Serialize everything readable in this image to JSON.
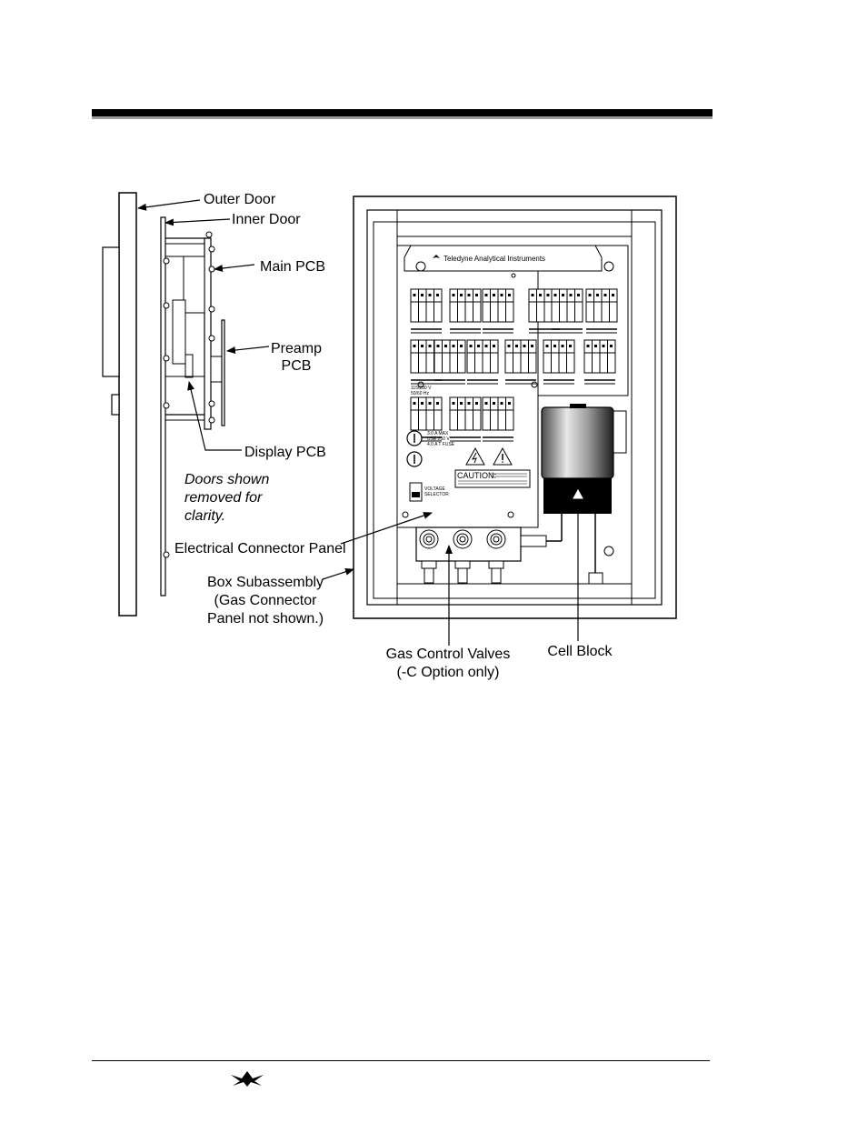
{
  "labels": {
    "outer_door": "Outer Door",
    "inner_door": "Inner Door",
    "main_pcb": "Main PCB",
    "preamp_line1": "Preamp",
    "preamp_line2": "PCB",
    "display_pcb": "Display PCB",
    "doors_note_line1": "Doors shown",
    "doors_note_line2": "removed for",
    "doors_note_line3": "clarity.",
    "electrical_connector_panel": "Electrical Connector Panel",
    "box_sub_line1": "Box Subassembly",
    "box_sub_line2": "(Gas Connector",
    "box_sub_line3": "Panel not shown.)",
    "gas_valves_line1": "Gas Control Valves",
    "gas_valves_line2": "(-C Option only)",
    "cell_block": "Cell Block"
  },
  "panel": {
    "brand": "Teledyne Analytical Instruments",
    "voltage_line1": "115/230 V",
    "voltage_line2": "50/60 Hz",
    "fuse_line1": "3.0 A MAX",
    "fuse_line2": "USE 250 V",
    "fuse_line3": "4.0 A T FUSE",
    "caution": "CAUTION:",
    "voltage_selector_line1": "VOLTAGE",
    "voltage_selector_line2": "SELECTOR"
  },
  "icons": {
    "header_rule": "thick-black-rule",
    "footer_logo": "teledyne-logo-icon",
    "warning": "warning-triangle-icon",
    "shock": "electric-shock-icon"
  }
}
